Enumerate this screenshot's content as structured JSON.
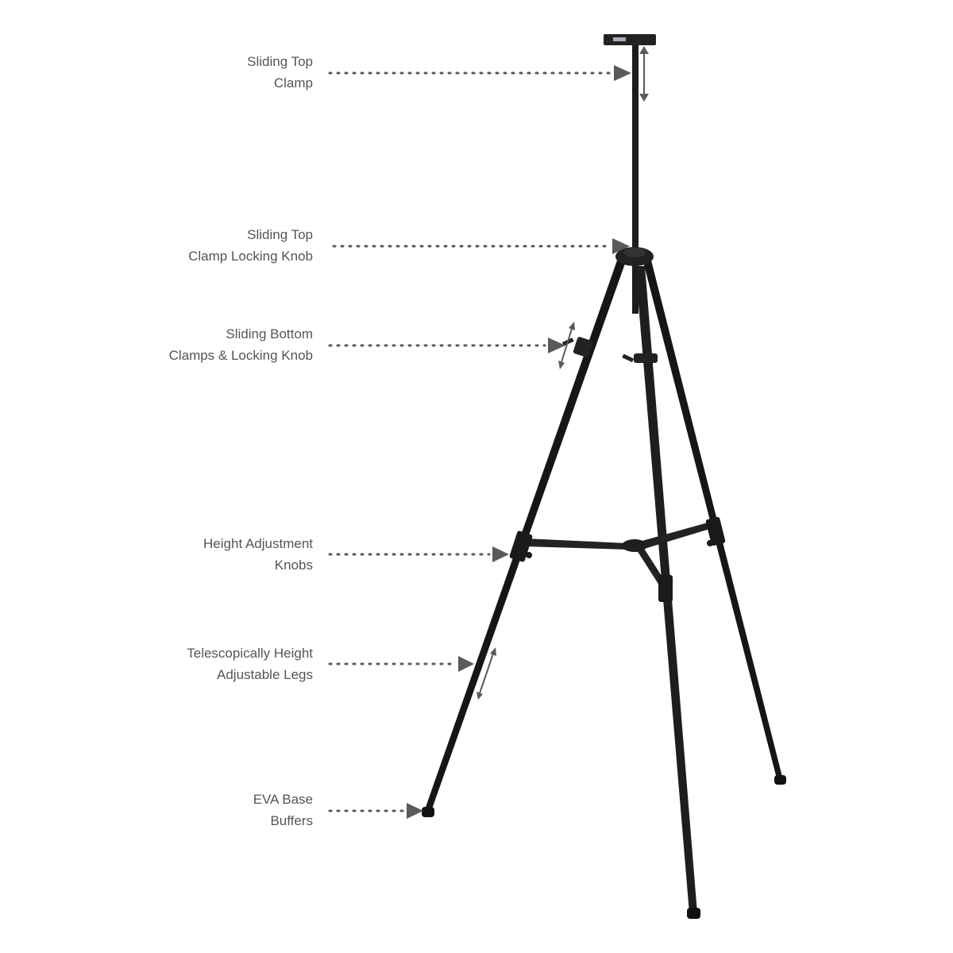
{
  "callouts": [
    {
      "line1": "Sliding Top",
      "line2": "Clamp"
    },
    {
      "line1": "Sliding Top",
      "line2": "Clamp Locking Knob"
    },
    {
      "line1": "Sliding Bottom",
      "line2": "Clamps & Locking Knob"
    },
    {
      "line1": "Height Adjustment",
      "line2": "Knobs"
    },
    {
      "line1": "Telescopically Height",
      "line2": "Adjustable Legs"
    },
    {
      "line1": "EVA Base",
      "line2": "Buffers"
    }
  ],
  "colors": {
    "text": "#555555",
    "pointer": "#5a5a5a",
    "easel": "#1a1a1a"
  }
}
